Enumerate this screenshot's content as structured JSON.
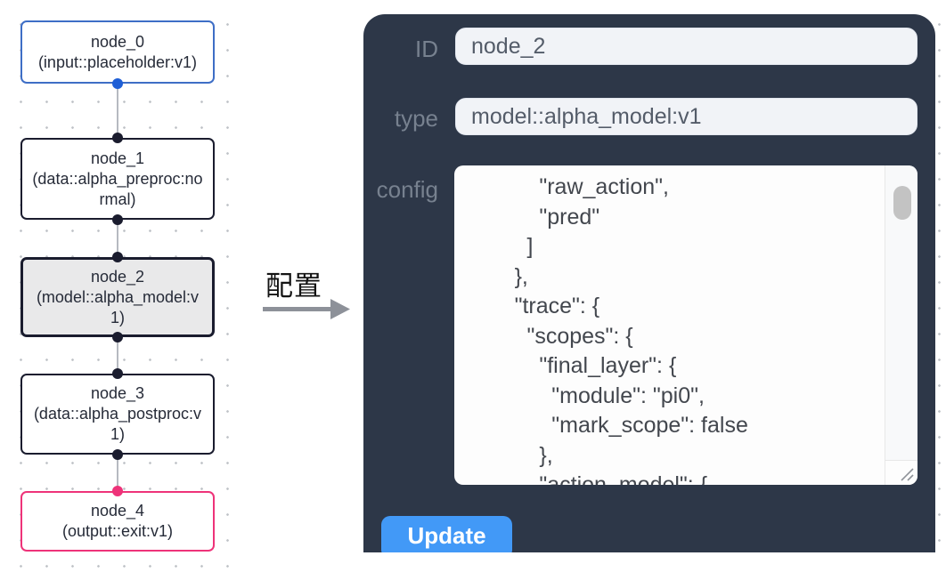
{
  "canvas": {
    "nodes": [
      {
        "title": "node_0",
        "type_label": "(input::placeholder:v1)"
      },
      {
        "title": "node_1",
        "type_label": "(data::alpha_preproc:normal)"
      },
      {
        "title": "node_2",
        "type_label": "(model::alpha_model:v1)"
      },
      {
        "title": "node_3",
        "type_label": "(data::alpha_postproc:v1)"
      },
      {
        "title": "node_4",
        "type_label": "(output::exit:v1)"
      }
    ]
  },
  "transition": {
    "label": "配置"
  },
  "inspector": {
    "id_label": "ID",
    "id_value": "node_2",
    "type_label": "type",
    "type_value": "model::alpha_model:v1",
    "config_label": "config",
    "config_text": "            \"raw_action\",\n            \"pred\"\n          ]\n        },\n        \"trace\": {\n          \"scopes\": {\n            \"final_layer\": {\n              \"module\": \"pi0\",\n              \"mark_scope\": false\n            },\n            \"action_model\": {",
    "update_label": "Update"
  },
  "colors": {
    "panel_bg": "#2d3748",
    "field_bg": "#f1f3f7",
    "field_text": "#545c69",
    "label_text": "#77818f",
    "accent_blue": "#4299f7",
    "node_border": "#1a1c2e",
    "node_input_border": "#3e6ec6",
    "node_output_border": "#ee3379",
    "handle_blue": "#1f5fd6",
    "selected_bg": "#e9e9ea",
    "config_text": "#43474e",
    "arrow_gray": "#8d9199"
  }
}
